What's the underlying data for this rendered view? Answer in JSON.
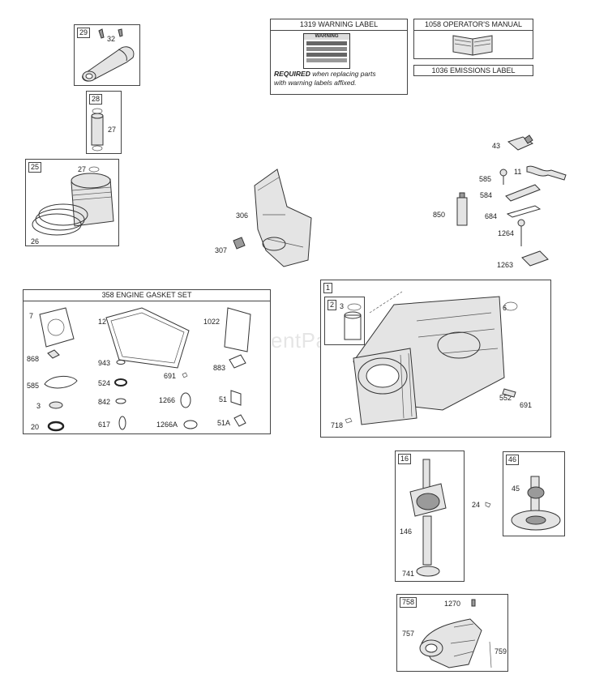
{
  "watermark": "eReplacementParts.com",
  "warning_label": {
    "title": "1319 WARNING LABEL",
    "sticker_heading": "WARNING",
    "required_bold": "REQUIRED",
    "required_line1": " when replacing parts",
    "required_line2": "with warning labels affixed."
  },
  "operators_manual": {
    "title": "1058 OPERATOR'S MANUAL"
  },
  "emissions_label": {
    "title": "1036 EMISSIONS LABEL"
  },
  "group_29": {
    "tag": "29",
    "parts": {
      "p32": "32"
    }
  },
  "group_28": {
    "tag": "28",
    "parts": {
      "p27": "27"
    }
  },
  "group_25": {
    "tag": "25",
    "parts": {
      "p27": "27",
      "p26": "26"
    }
  },
  "loose_parts": {
    "p306": "306",
    "p307": "307",
    "p43": "43",
    "p11": "11",
    "p585": "585",
    "p584": "584",
    "p850": "850",
    "p684": "684",
    "p1264": "1264",
    "p1263": "1263",
    "p24": "24"
  },
  "gasket_set": {
    "title": "358 ENGINE GASKET SET",
    "parts": {
      "p7": "7",
      "p12": "12",
      "p1022": "1022",
      "p868": "868",
      "p943": "943",
      "p883": "883",
      "p524": "524",
      "p691": "691",
      "p585": "585",
      "p842": "842",
      "p1266": "1266",
      "p51": "51",
      "p3": "3",
      "p20": "20",
      "p617": "617",
      "p1266a": "1266A",
      "p51a": "51A"
    }
  },
  "group_1": {
    "tag": "1",
    "sub_tag": "2",
    "parts": {
      "p3": "3",
      "p6": "6",
      "p552": "552",
      "p691": "691",
      "p718": "718"
    }
  },
  "group_16": {
    "tag": "16",
    "parts": {
      "p146": "146",
      "p741": "741"
    }
  },
  "group_46": {
    "tag": "46",
    "parts": {
      "p45": "45"
    }
  },
  "group_758": {
    "tag": "758",
    "parts": {
      "p1270": "1270",
      "p757": "757",
      "p759": "759"
    }
  }
}
